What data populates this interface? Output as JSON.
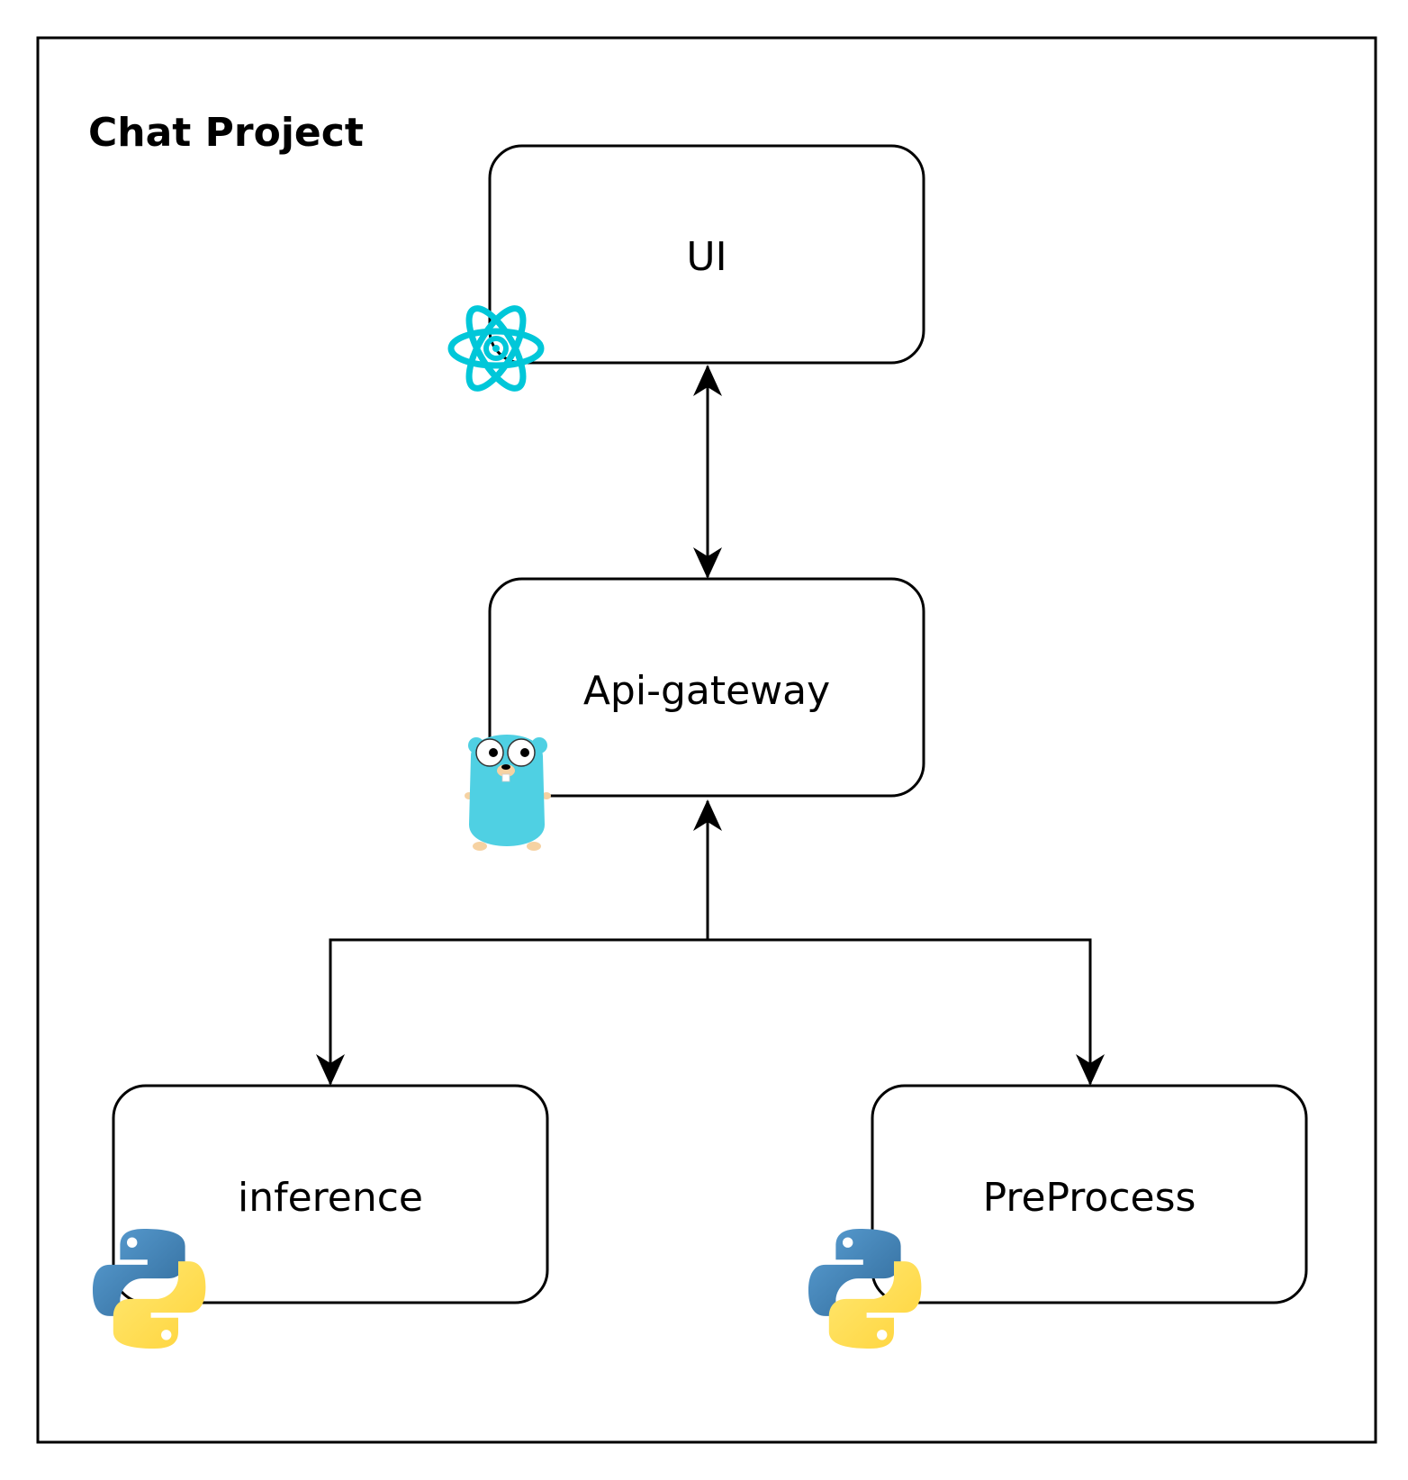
{
  "title": "Chat Project",
  "nodes": {
    "ui": {
      "label": "UI",
      "icon": "react-icon"
    },
    "gateway": {
      "label": "Api-gateway",
      "icon": "go-gopher-icon"
    },
    "inference": {
      "label": "inference",
      "icon": "python-icon"
    },
    "preprocess": {
      "label": "PreProcess",
      "icon": "python-icon"
    }
  },
  "edges": [
    {
      "from": "ui",
      "to": "gateway",
      "direction": "both"
    },
    {
      "from": "preprocess",
      "to": "gateway",
      "direction": "to-gateway"
    },
    {
      "from": "gateway",
      "to": "inference",
      "direction": "to-inference"
    },
    {
      "from": "gateway",
      "to": "preprocess",
      "direction": "to-preprocess"
    }
  ],
  "colors": {
    "react": "#00c7d9",
    "gopher": "#4fd0e3",
    "python_blue": "#3571a3",
    "python_yellow": "#ffd43b",
    "stroke": "#000000"
  }
}
